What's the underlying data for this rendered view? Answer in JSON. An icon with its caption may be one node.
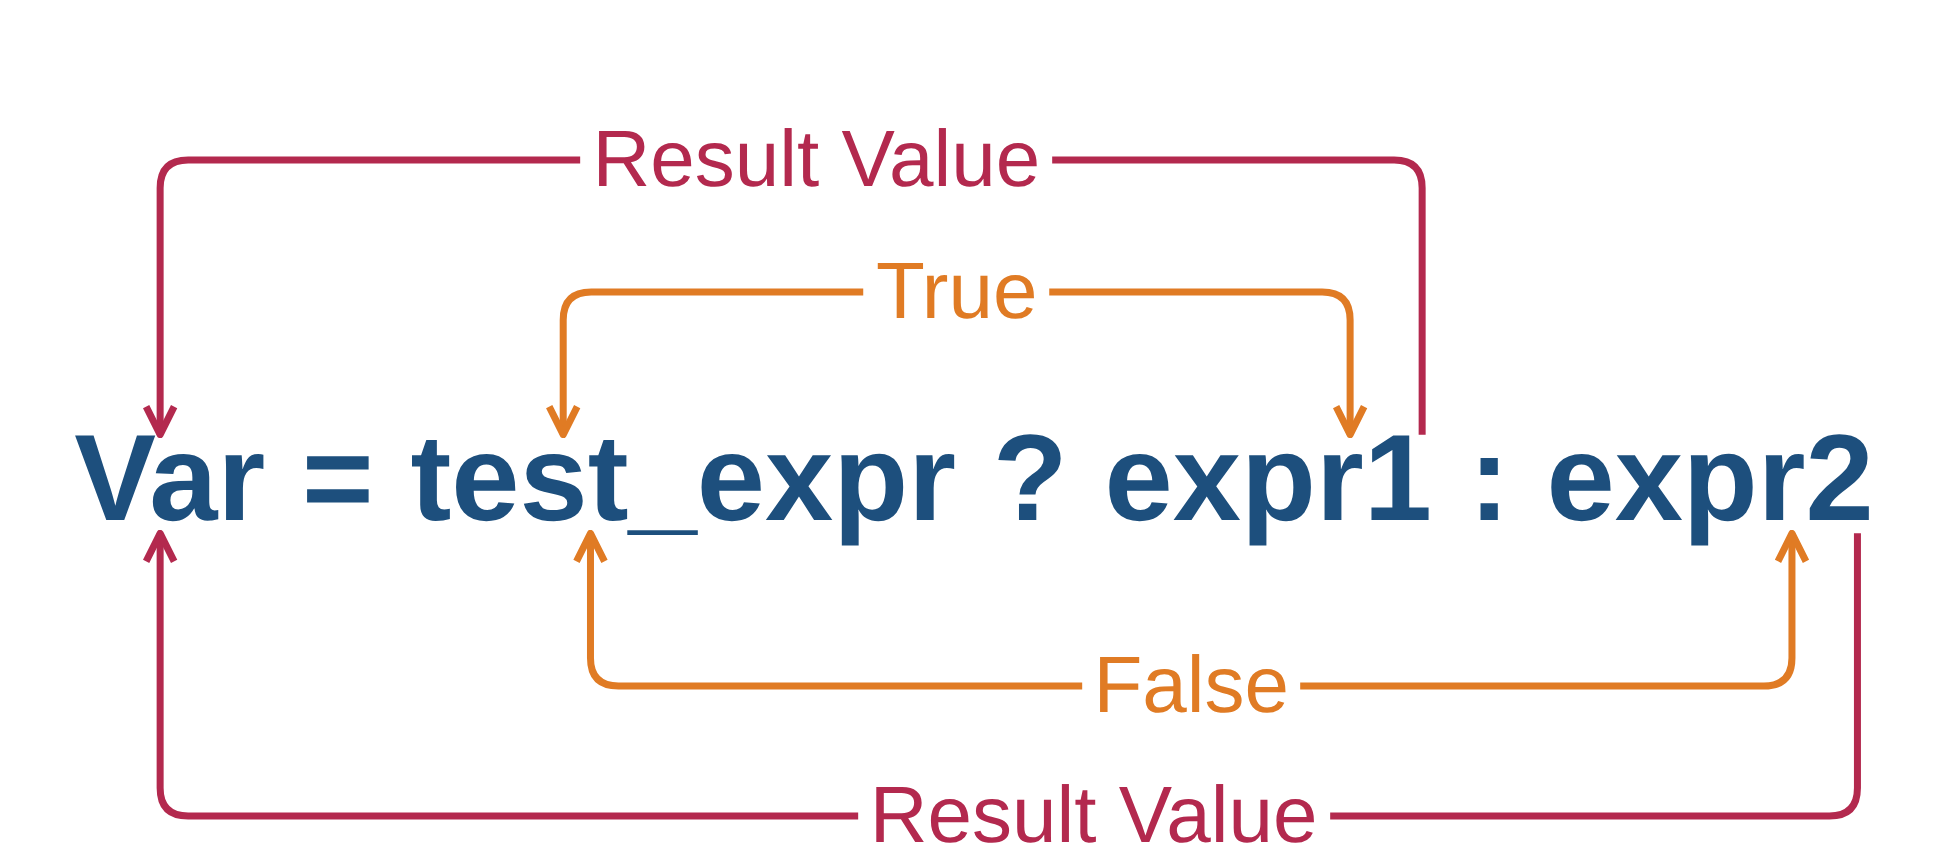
{
  "diagram": {
    "nodes": [
      {
        "text": [
          "Var"
        ]
      },
      {
        "text": [
          "test_expr"
        ]
      },
      {
        "text": [
          "expr1"
        ]
      },
      {
        "text": [
          "expr2"
        ]
      }
    ],
    "edges": [
      {
        "from": 2,
        "to": 0,
        "arrow": "to",
        "label": "Result Value",
        "color": "#b3294e"
      },
      {
        "from": 1,
        "to": 2,
        "arrow": "both",
        "label": "True"
      },
      {
        "from": 1,
        "to": 3,
        "arrow": "both",
        "label": "False"
      },
      {
        "from": 3,
        "to": 0,
        "arrow": "to",
        "label": "Result Value",
        "color": "#b3294e"
      }
    ],
    "labels": [
      "=",
      "?",
      ":"
    ]
  }
}
